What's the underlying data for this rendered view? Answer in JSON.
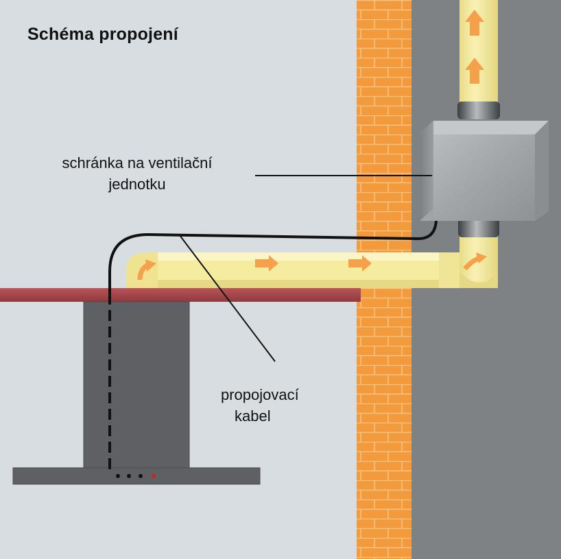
{
  "title": "Schéma propojení",
  "labels": {
    "unit_box": {
      "line1": "schránka na ventilační",
      "line2": "jednotku"
    },
    "cable": {
      "line1": "propojovací",
      "line2": "kabel"
    }
  },
  "colors": {
    "background": "#d7dde0",
    "shelf": "#a4464a",
    "hood": "#5e6063",
    "brick": "#f39a3c",
    "mortar": "#f7c488",
    "outer_wall": "#7f8285",
    "duct": "#f6eca0",
    "arrow": "#f5a04a",
    "cable": "#111111",
    "indicator_active": "#d21f1f"
  },
  "icons": [
    "flow-arrow-icon"
  ]
}
